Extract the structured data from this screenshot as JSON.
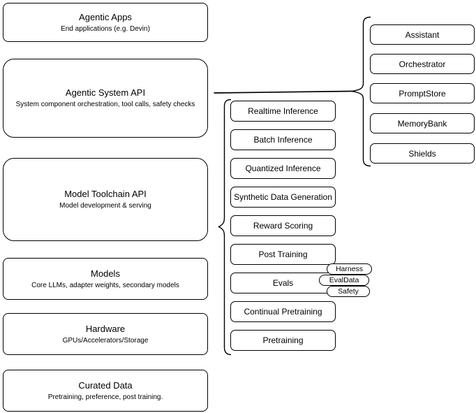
{
  "diagram": {
    "colors": {
      "stroke": "#000000",
      "fill": "#ffffff",
      "text": "#000000"
    },
    "left_stack": [
      {
        "title": "Agentic Apps",
        "subtitle": "End applications (e.g. Devin)"
      },
      {
        "title": "Agentic System API",
        "subtitle": "System component orchestration, tool calls, safety checks"
      },
      {
        "title": "Model Toolchain API",
        "subtitle": "Model development & serving"
      },
      {
        "title": "Models",
        "subtitle": "Core LLMs, adapter weights, secondary models"
      },
      {
        "title": "Hardware",
        "subtitle": "GPUs/Accelerators/Storage"
      },
      {
        "title": "Curated Data",
        "subtitle": "Pretraining, preference, post training."
      }
    ],
    "toolchain_services": [
      {
        "label": "Realtime Inference"
      },
      {
        "label": "Batch Inference"
      },
      {
        "label": "Quantized Inference"
      },
      {
        "label": "Synthetic Data Generation"
      },
      {
        "label": "Reward Scoring"
      },
      {
        "label": "Post Training"
      },
      {
        "label": "Evals"
      },
      {
        "label": "Continual Pretraining"
      },
      {
        "label": "Pretraining"
      }
    ],
    "evals_tags": [
      {
        "label": "Harness"
      },
      {
        "label": "EvalData"
      },
      {
        "label": "Safety"
      }
    ],
    "system_components": [
      {
        "label": "Assistant"
      },
      {
        "label": "Orchestrator"
      },
      {
        "label": "PromptStore"
      },
      {
        "label": "MemoryBank"
      },
      {
        "label": "Shields"
      }
    ]
  }
}
